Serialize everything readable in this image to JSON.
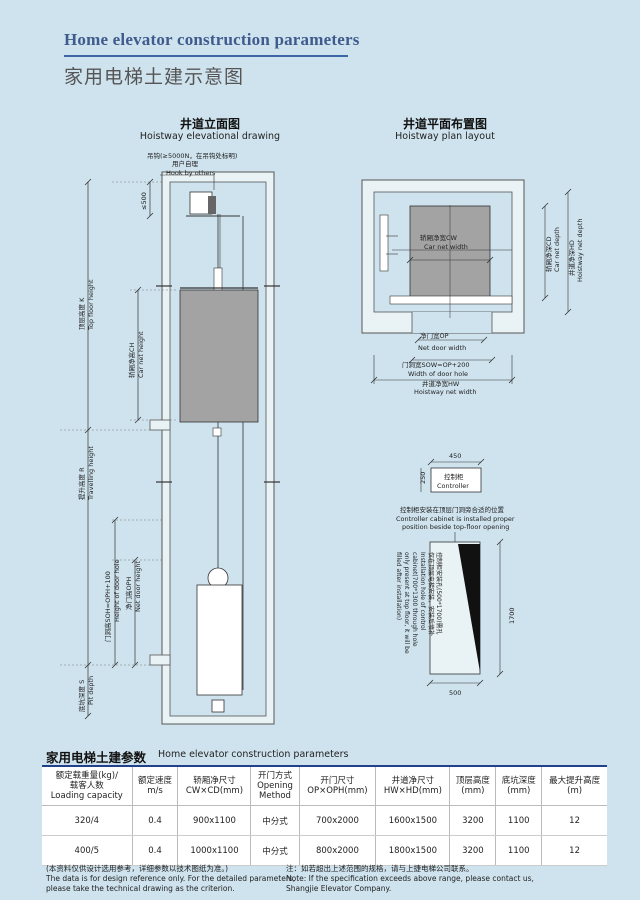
{
  "header": {
    "title_en": "Home elevator construction parameters",
    "title_cn": "家用电梯土建示意图"
  },
  "left_drawing": {
    "caption_cn": "井道立面图",
    "caption_en": "Hoistway elevational drawing",
    "hook_note_cn": "吊钩(≥5000N，在吊钩处标明)",
    "hook_note_cn2": "用户自理",
    "hook_note_en": "Hook by others",
    "dim_500": "≤500",
    "top_floor_cn": "顶层高度 K",
    "top_floor_en": "Top floor height",
    "car_height_cn": "轿厢净高CH",
    "car_height_en": "Car net height",
    "travel_cn": "提升高度 R",
    "travel_en": "Travelling height",
    "door_hole_cn": "门洞高SOH=OPH+100",
    "door_hole_en": "Height of door hole",
    "net_door_cn": "净门高OPH",
    "net_door_en": "Net door height",
    "pit_cn": "底坑深度 S",
    "pit_en": "Pit depth"
  },
  "right_drawing": {
    "caption_cn": "井道平面布置图",
    "caption_en": "Hoistway plan layout",
    "car_width_cn": "轿厢净宽CW",
    "car_width_en": "Car net width",
    "car_depth_cn": "轿厢净深CD",
    "car_depth_en": "Car net depth",
    "hoist_depth_cn": "井道净深HD",
    "hoist_depth_en": "Hoistway net depth",
    "net_door_width_cn": "净门宽OP",
    "net_door_width_en": "Net door width",
    "door_hole_width_cn": "门洞宽SOW=OP+200",
    "door_hole_width_en": "Width of door hole",
    "hoist_width_cn": "井道净宽HW",
    "hoist_width_en": "Hoistway net width"
  },
  "controller": {
    "dim_width": "450",
    "dim_height": "250",
    "label_cn": "控制柜",
    "label_en": "Controller",
    "note_cn": "控制柜安装在顶层门洞旁合适的位置",
    "note_en1": "Controller cabinet is installed proper",
    "note_en2": "position beside top-floor opening",
    "dim_1700": "1700",
    "dim_500": "500",
    "v_note_cn1": "控制柜安装孔(500*1700)需孔",
    "v_note_cn2": "仅在顶层电梯安装，安装后填补",
    "v_note_en1": "Installation hole of control",
    "v_note_en2": "cabinet(700*1300 through hole",
    "v_note_en3": "only present at top floor, it will be",
    "v_note_en4": "filled after installation)"
  },
  "params": {
    "title_cn": "家用电梯土建参数",
    "title_en": "Home elevator construction parameters",
    "headers": [
      {
        "cn": "额定载重量(kg)/",
        "cn2": "载客人数",
        "en": "Loading capacity"
      },
      {
        "cn": "额定速度",
        "cn2": "m/s",
        "en": ""
      },
      {
        "cn": "轿厢净尺寸",
        "cn2": "CW×CD(mm)",
        "en": ""
      },
      {
        "cn": "开门方式",
        "cn2": "Opening",
        "en": "Method"
      },
      {
        "cn": "开门尺寸",
        "cn2": "OP×OPH(mm)",
        "en": ""
      },
      {
        "cn": "井道净尺寸",
        "cn2": "HW×HD(mm)",
        "en": ""
      },
      {
        "cn": "顶层高度",
        "cn2": "(mm)",
        "en": ""
      },
      {
        "cn": "底坑深度",
        "cn2": "(mm)",
        "en": ""
      },
      {
        "cn": "最大提升高度",
        "cn2": "(m)",
        "en": ""
      }
    ],
    "rows": [
      [
        "320/4",
        "0.4",
        "900x1100",
        "中分式",
        "700x2000",
        "1600x1500",
        "3200",
        "1100",
        "12"
      ],
      [
        "400/5",
        "0.4",
        "1000x1100",
        "中分式",
        "800x2000",
        "1800x1500",
        "3200",
        "1100",
        "12"
      ]
    ]
  },
  "footer": {
    "left_cn": "(本资料仅供设计选用参考，详细参数以技术图纸为准。)",
    "left_en1": "The data is for design reference only. For the detailed parameters,",
    "left_en2": "please take the technical drawing as the criterion.",
    "right_cn": "注：如若超出上述范围的规格，请与上捷电梯公司联系。",
    "right_en1": "Note: If the specification exceeds above range, please contact us,",
    "right_en2": "Shangjie Elevator Company."
  }
}
